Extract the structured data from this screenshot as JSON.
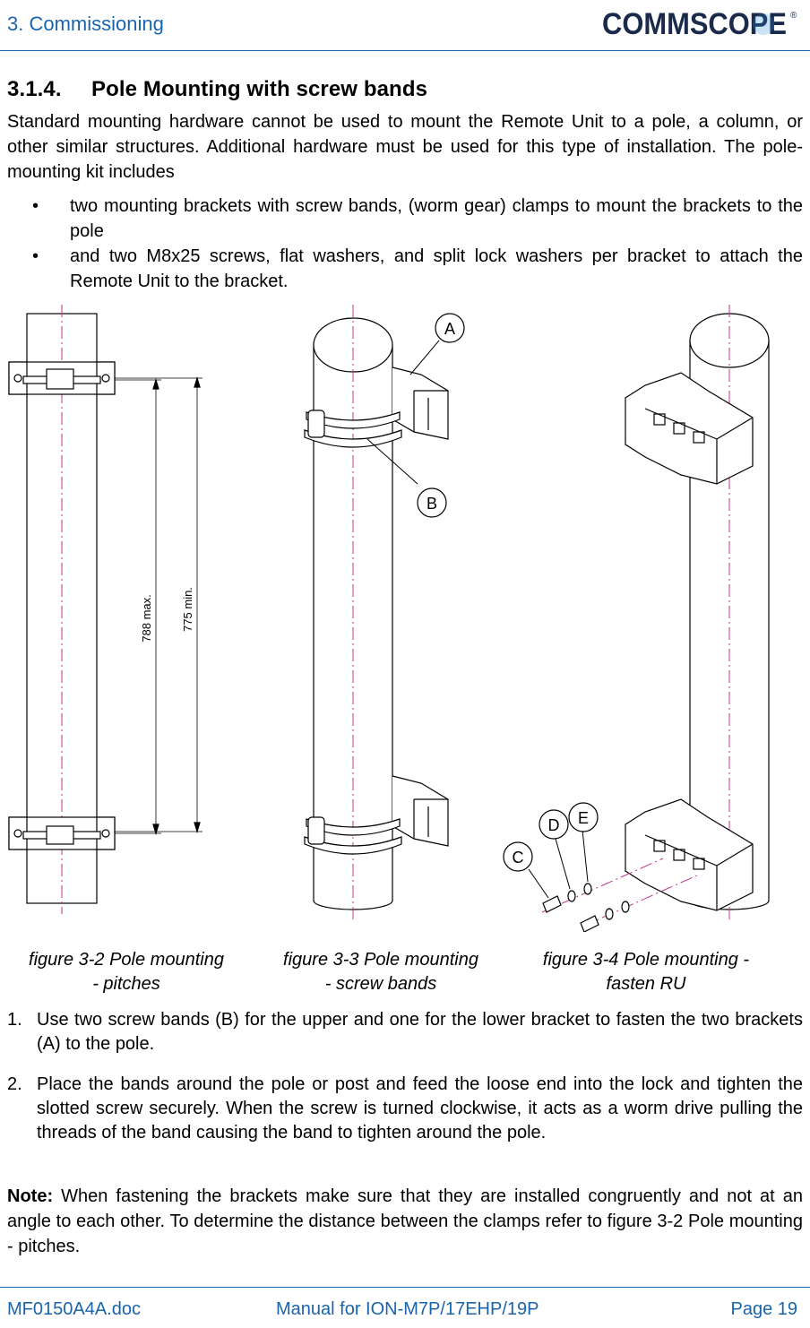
{
  "header": {
    "section": "3. Commissioning",
    "logo_text": "COMMSCOPE",
    "brand_color": "#1a64ad"
  },
  "heading": {
    "number": "3.1.4.",
    "title": "Pole Mounting with screw bands"
  },
  "intro": "Standard mounting hardware cannot be used to mount the Remote Unit to a pole, a column, or other similar structures. Additional hardware must be used for this type of installation. The pole-mounting kit includes",
  "bullets": [
    "two mounting brackets with screw bands, (worm gear) clamps to mount the brackets to the pole",
    "and two M8x25 screws, flat washers, and split lock washers per bracket to attach the Remote Unit to the bracket."
  ],
  "figure": {
    "dim_max": "788 max.",
    "dim_min": "775 min.",
    "callouts": [
      "A",
      "B",
      "C",
      "D",
      "E"
    ]
  },
  "captions": [
    {
      "line1": "figure 3-2 Pole mounting",
      "line2": "- pitches"
    },
    {
      "line1": "figure 3-3 Pole mounting",
      "line2": "- screw bands"
    },
    {
      "line1": "figure 3-4 Pole mounting -",
      "line2": "fasten RU"
    }
  ],
  "steps": [
    {
      "num": "1.",
      "text": "Use two screw bands (B) for the upper and one for the lower bracket to fasten the two brackets (A) to the pole."
    },
    {
      "num": "2.",
      "text": "Place the bands around the pole or post and feed the loose end into the lock and tighten the slotted screw securely. When the screw is turned clockwise, it acts as a worm drive pulling the threads of the band causing the band to tighten around the pole."
    }
  ],
  "note": {
    "label": "Note:",
    "text": "When fastening the brackets make sure that they are installed congruently and not at an angle to each other. To determine the distance between the clamps refer to figure 3-2 Pole mounting - pitches."
  },
  "footer": {
    "doc": "MF0150A4A.doc",
    "manual": "Manual for ION-M7P/17EHP/19P",
    "page": "Page 19"
  }
}
